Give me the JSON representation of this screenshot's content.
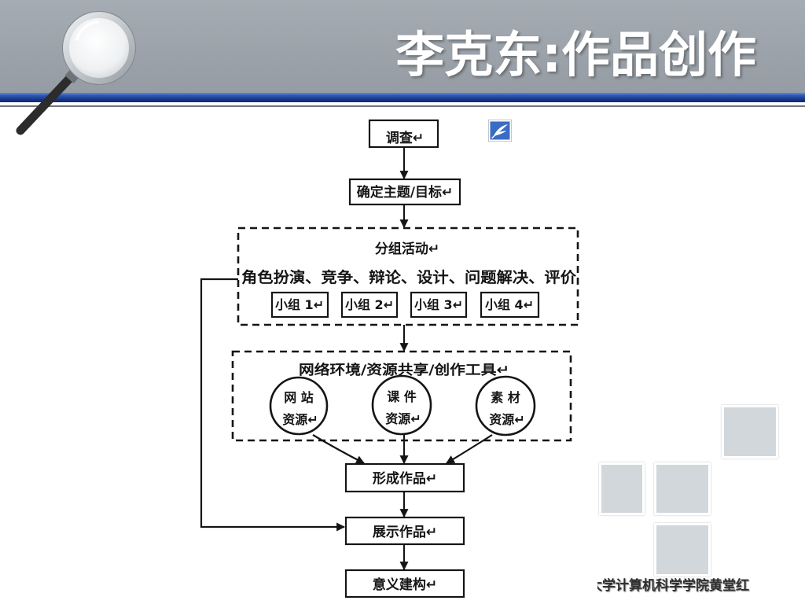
{
  "slide": {
    "title": "李克东:作品创作",
    "footer": "大学计算机科学学院黄堂红"
  },
  "icons": {
    "magnifier": "magnifier-icon",
    "quill": "quill-icon"
  },
  "colors": {
    "header_bg": "#9ba2a9",
    "header_stripe": "#17368a",
    "title_text": "#ffffff",
    "diagram_ink": "#151515",
    "deco_square": "#d2d7dc",
    "quill_icon_bg": "#3a6cc4"
  },
  "flowchart": {
    "survey": "调查↵",
    "define_goal": "确定主题/目标↵",
    "group_activity": {
      "title": "分组活动↵",
      "activities": "角色扮演、竞争、辩论、设计、问题解决、评价",
      "teams": [
        "小组 1↵",
        "小组 2↵",
        "小组 3↵",
        "小组 4↵"
      ]
    },
    "environment": {
      "title": "网络环境/资源共享/创作工具↵",
      "resources": [
        {
          "name": "网 站",
          "label": "资源↵"
        },
        {
          "name": "课 件",
          "label": "资源↵"
        },
        {
          "name": "素 材",
          "label": "资源↵"
        }
      ]
    },
    "form_work": "形成作品↵",
    "show_work": "展示作品↵",
    "meaning_construction": "意义建构↵"
  }
}
